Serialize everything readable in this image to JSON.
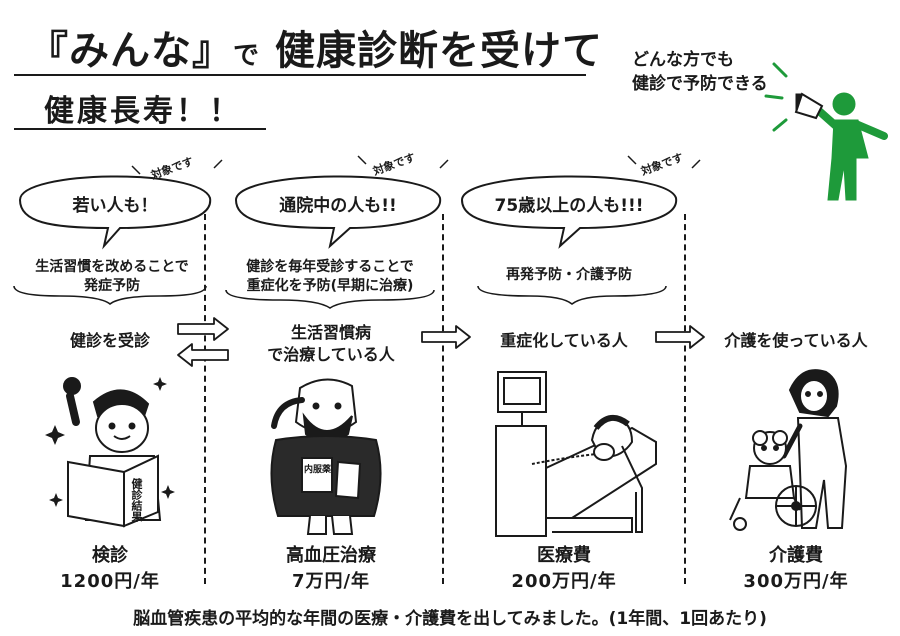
{
  "header": {
    "title_part1": "『みんな』",
    "title_part2": "で",
    "title_part3": "健康診断を受けて",
    "subtitle": "健康長寿！！"
  },
  "callout": {
    "line1": "どんな方でも",
    "line2": "健診で予防できる"
  },
  "bubbles": [
    {
      "text": "若い人も！",
      "tag": "対象です"
    },
    {
      "text": "通院中の人も!!",
      "tag": "対象です"
    },
    {
      "text": "75歳以上の人も!!!",
      "tag": "対象です"
    }
  ],
  "descriptions": [
    {
      "line1": "生活習慣を改めることで",
      "line2": "発症予防"
    },
    {
      "line1": "健診を毎年受診することで",
      "line2": "重症化を予防(早期に治療)"
    },
    {
      "line1": "再発予防・介護予防",
      "line2": ""
    }
  ],
  "stages": [
    {
      "line1": "健診を受診",
      "line2": ""
    },
    {
      "line1": "生活習慣病",
      "line2": "で治療している人"
    },
    {
      "line1": "重症化している人",
      "line2": ""
    },
    {
      "line1": "介護を使っている人",
      "line2": ""
    }
  ],
  "illustration_text": {
    "book": "健診結果",
    "shirt": "内服薬"
  },
  "costs": [
    {
      "name": "検診",
      "value": "1200円/年"
    },
    {
      "name": "高血圧治療",
      "value": "7万円/年"
    },
    {
      "name": "医療費",
      "value": "200万円/年"
    },
    {
      "name": "介護費",
      "value": "300万円/年"
    }
  ],
  "footer": "脳血管疾患の平均的な年間の医療・介護費を出してみました。(1年間、1回あたり)",
  "colors": {
    "ink": "#1a1a1a",
    "figure_green": "#1e9a3a",
    "skin": "#ffffff"
  }
}
